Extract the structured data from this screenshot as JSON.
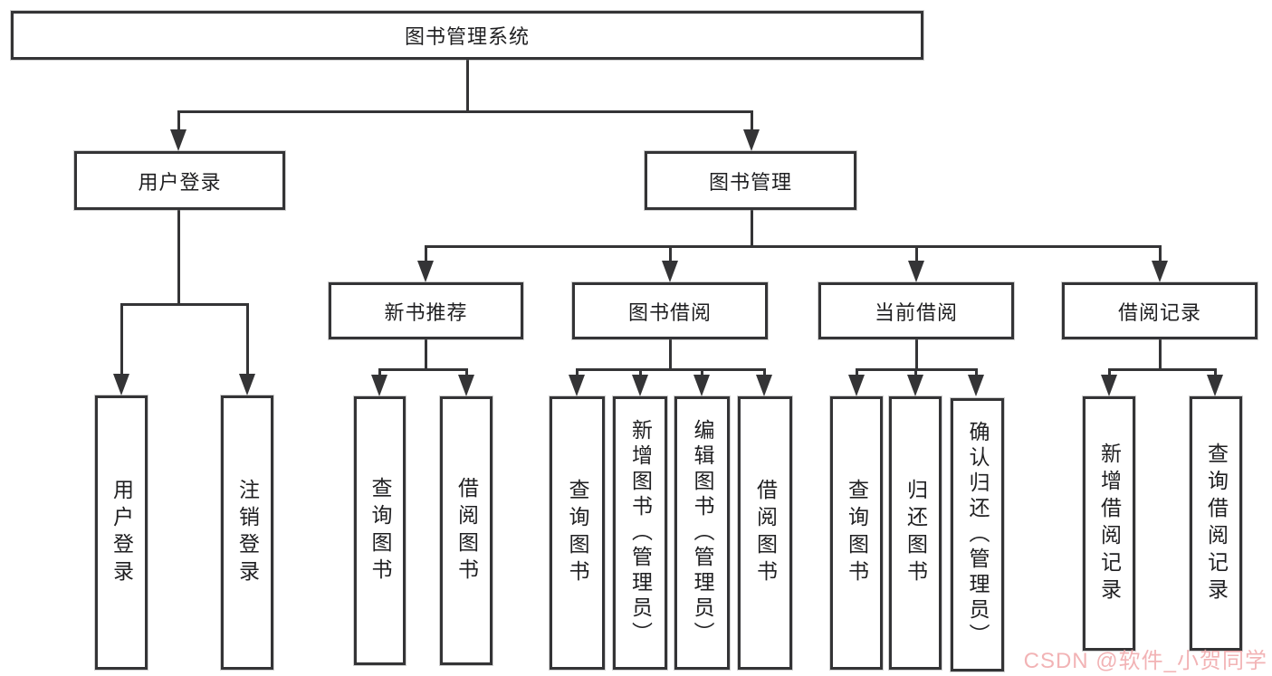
{
  "tree": {
    "root": {
      "label": "图书管理系统"
    },
    "branches": [
      {
        "label": "用户登录",
        "children": [
          {
            "label": "用户登录"
          },
          {
            "label": "注销登录"
          }
        ]
      },
      {
        "label": "图书管理",
        "sections": [
          {
            "label": "新书推荐",
            "children": [
              {
                "label": "查询图书"
              },
              {
                "label": "借阅图书"
              }
            ]
          },
          {
            "label": "图书借阅",
            "children": [
              {
                "label": "查询图书"
              },
              {
                "label": "新增图书（管理员）"
              },
              {
                "label": "编辑图书（管理员）"
              },
              {
                "label": "借阅图书"
              }
            ]
          },
          {
            "label": "当前借阅",
            "children": [
              {
                "label": "查询图书"
              },
              {
                "label": "归还图书"
              },
              {
                "label": "确认归还（管理员）"
              }
            ]
          },
          {
            "label": "借阅记录",
            "children": [
              {
                "label": "新增借阅记录"
              },
              {
                "label": "查询借阅记录"
              }
            ]
          }
        ]
      }
    ]
  },
  "watermark": {
    "text": "CSDN @软件_小贺同学",
    "color": "#ee9ea0"
  },
  "colors": {
    "line": "#343436",
    "box_border": "#343436",
    "text": "#1f1f21",
    "background": "#ffffff"
  }
}
